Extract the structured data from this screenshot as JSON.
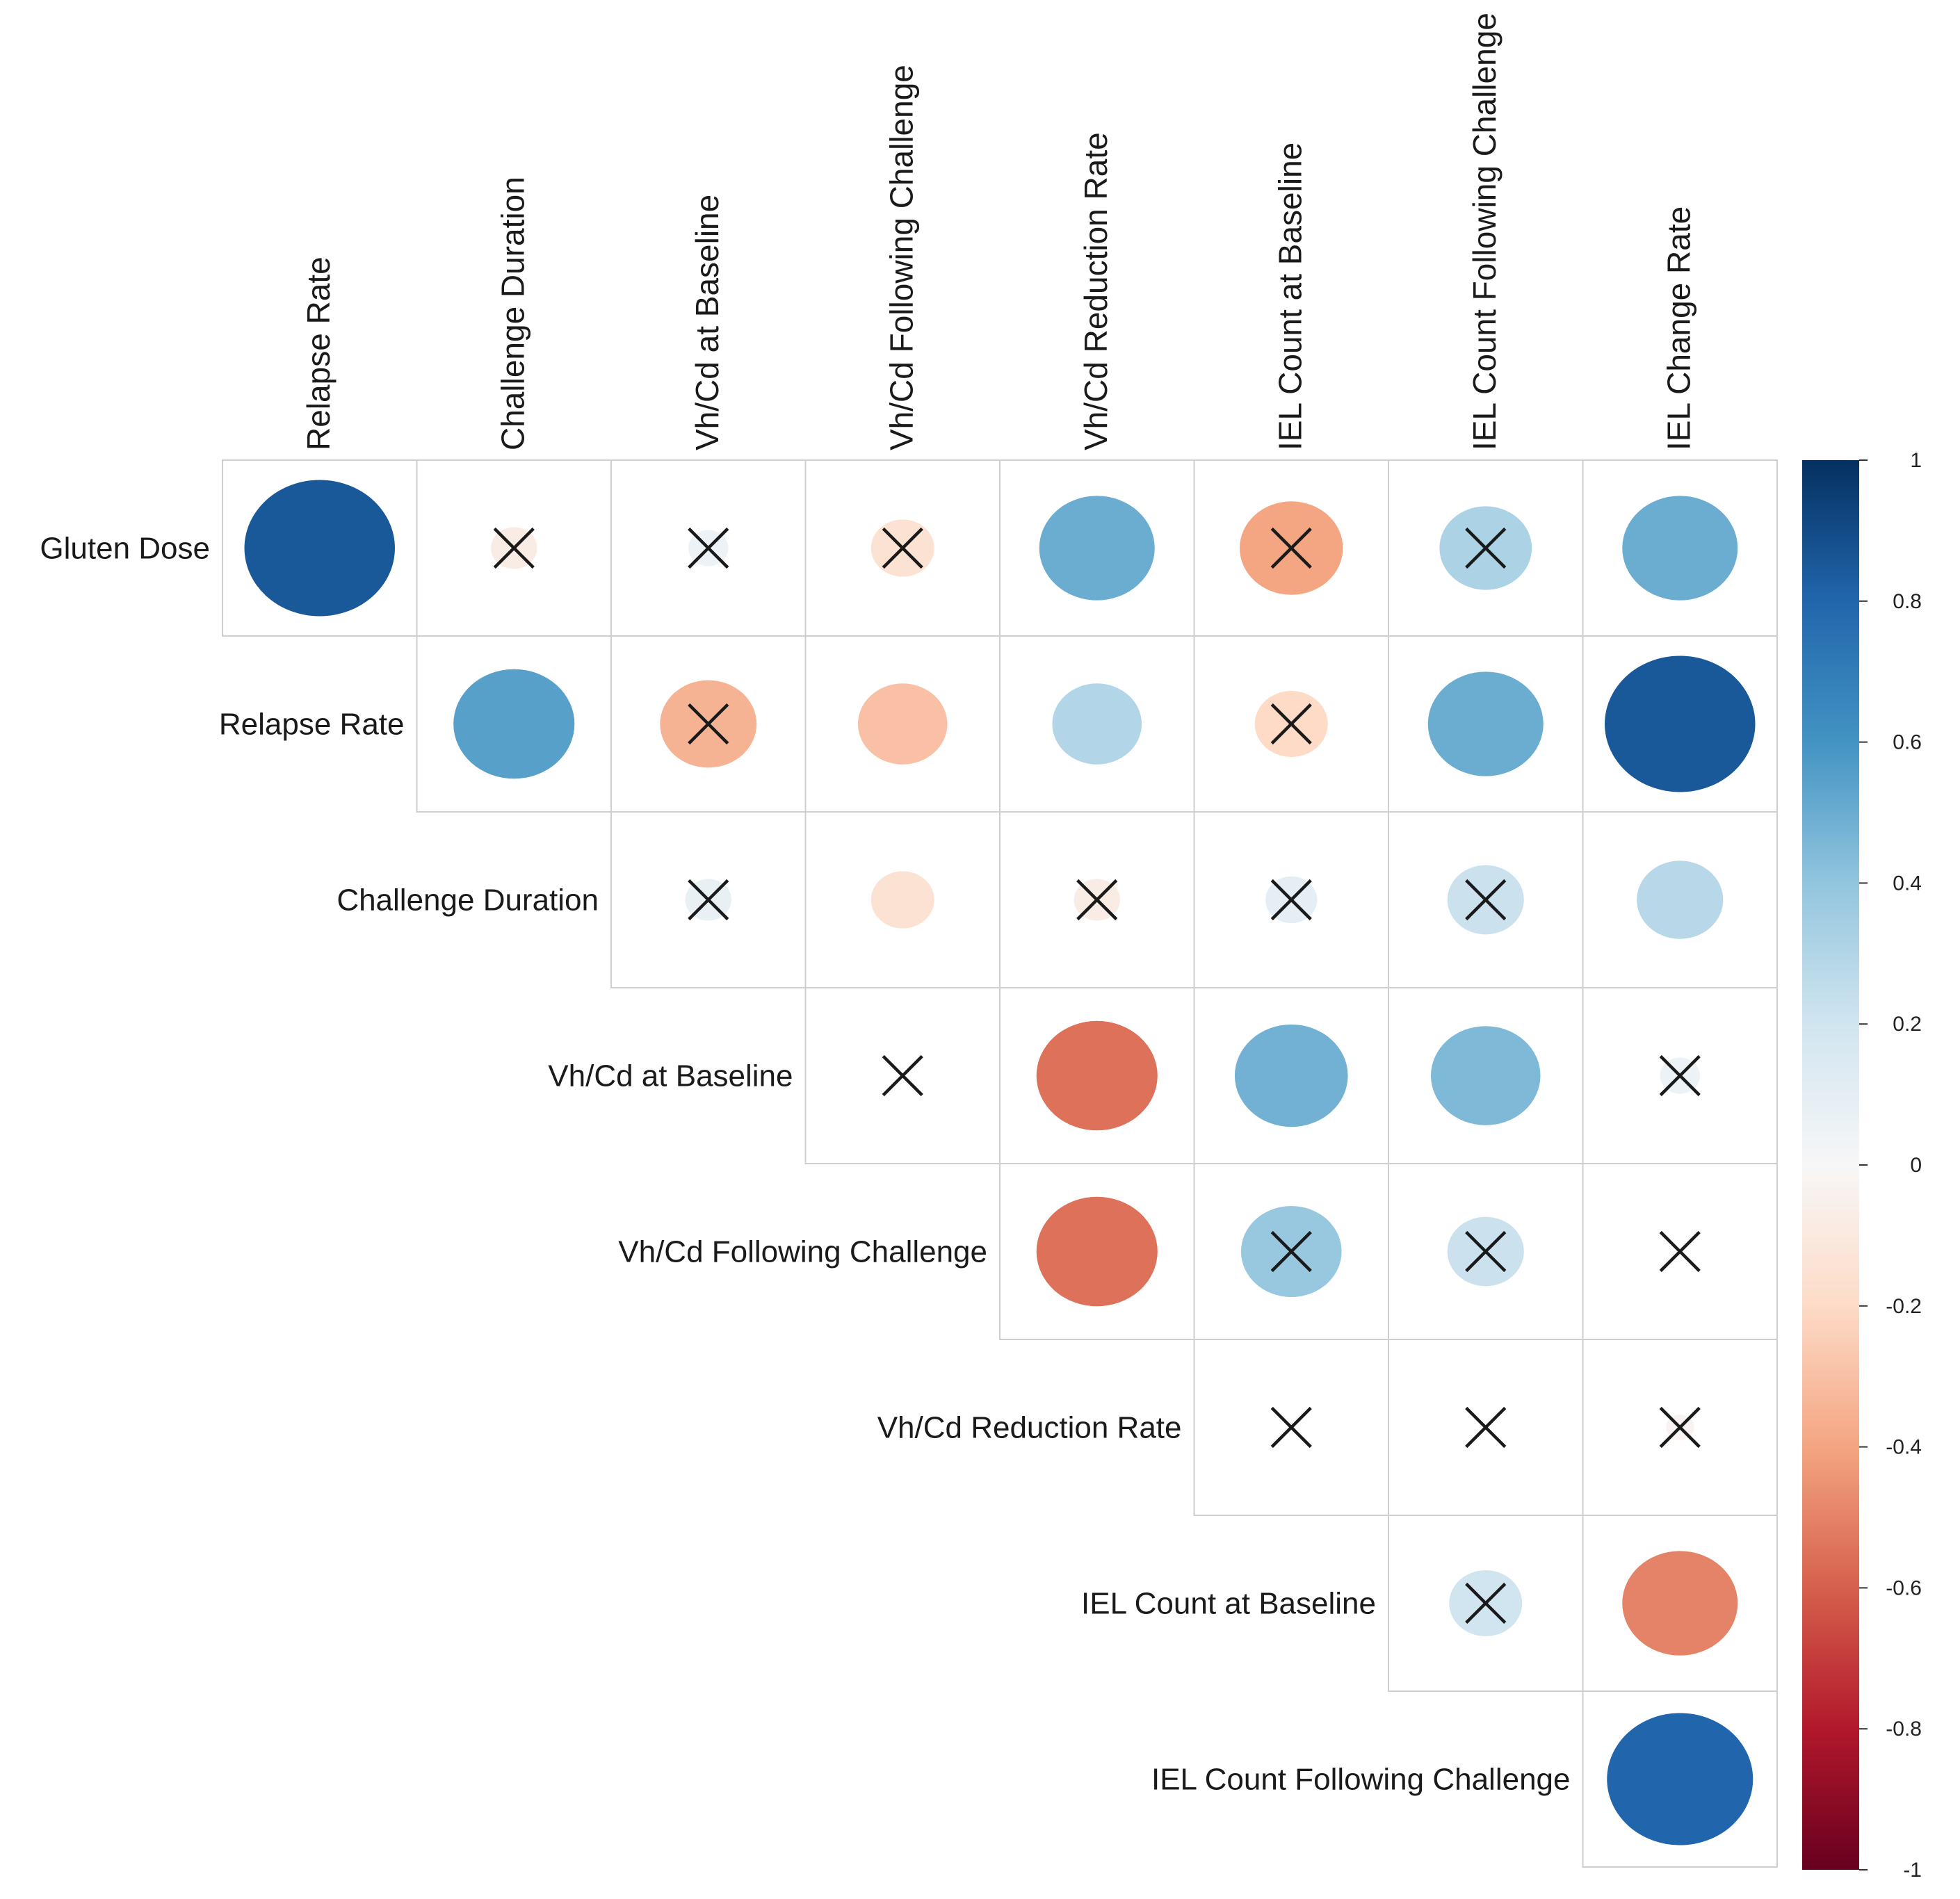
{
  "chart_data": {
    "type": "heatmap",
    "style": "correlation-circle-upper-triangle",
    "columns": [
      "Relapse Rate",
      "Challenge Duration",
      "Vh/Cd at Baseline",
      "Vh/Cd Following Challenge",
      "Vh/Cd Reduction Rate",
      "IEL Count at Baseline",
      "IEL Count Following Challenge",
      "IEL Change Rate"
    ],
    "rows": [
      "Gluten Dose",
      "Relapse Rate",
      "Challenge Duration",
      "Vh/Cd at Baseline",
      "Vh/Cd Following Challenge",
      "Vh/Cd Reduction Rate",
      "IEL Count at Baseline",
      "IEL Count Following Challenge"
    ],
    "cells": [
      {
        "row": 0,
        "col": 0,
        "r": 0.85,
        "insignificant": false
      },
      {
        "row": 0,
        "col": 1,
        "r": -0.08,
        "insignificant": true
      },
      {
        "row": 0,
        "col": 2,
        "r": 0.06,
        "insignificant": true
      },
      {
        "row": 0,
        "col": 3,
        "r": -0.15,
        "insignificant": true
      },
      {
        "row": 0,
        "col": 4,
        "r": 0.5,
        "insignificant": false
      },
      {
        "row": 0,
        "col": 5,
        "r": -0.4,
        "insignificant": true
      },
      {
        "row": 0,
        "col": 6,
        "r": 0.32,
        "insignificant": true
      },
      {
        "row": 0,
        "col": 7,
        "r": 0.5,
        "insignificant": false
      },
      {
        "row": 1,
        "col": 1,
        "r": 0.55,
        "insignificant": false
      },
      {
        "row": 1,
        "col": 2,
        "r": -0.35,
        "insignificant": true
      },
      {
        "row": 1,
        "col": 3,
        "r": -0.3,
        "insignificant": false
      },
      {
        "row": 1,
        "col": 4,
        "r": 0.3,
        "insignificant": false
      },
      {
        "row": 1,
        "col": 5,
        "r": -0.2,
        "insignificant": true
      },
      {
        "row": 1,
        "col": 6,
        "r": 0.5,
        "insignificant": false
      },
      {
        "row": 1,
        "col": 7,
        "r": 0.85,
        "insignificant": false
      },
      {
        "row": 2,
        "col": 2,
        "r": 0.08,
        "insignificant": true
      },
      {
        "row": 2,
        "col": 3,
        "r": -0.15,
        "insignificant": false
      },
      {
        "row": 2,
        "col": 4,
        "r": -0.08,
        "insignificant": true
      },
      {
        "row": 2,
        "col": 5,
        "r": 0.1,
        "insignificant": true
      },
      {
        "row": 2,
        "col": 6,
        "r": 0.22,
        "insignificant": true
      },
      {
        "row": 2,
        "col": 7,
        "r": 0.28,
        "insignificant": false
      },
      {
        "row": 3,
        "col": 3,
        "r": 0.0,
        "insignificant": true
      },
      {
        "row": 3,
        "col": 4,
        "r": -0.55,
        "insignificant": false
      },
      {
        "row": 3,
        "col": 5,
        "r": 0.48,
        "insignificant": false
      },
      {
        "row": 3,
        "col": 6,
        "r": 0.45,
        "insignificant": false
      },
      {
        "row": 3,
        "col": 7,
        "r": 0.06,
        "insignificant": true
      },
      {
        "row": 4,
        "col": 4,
        "r": -0.55,
        "insignificant": false
      },
      {
        "row": 4,
        "col": 5,
        "r": 0.38,
        "insignificant": true
      },
      {
        "row": 4,
        "col": 6,
        "r": 0.22,
        "insignificant": true
      },
      {
        "row": 4,
        "col": 7,
        "r": 0.0,
        "insignificant": true
      },
      {
        "row": 5,
        "col": 5,
        "r": 0.0,
        "insignificant": true
      },
      {
        "row": 5,
        "col": 6,
        "r": 0.0,
        "insignificant": true
      },
      {
        "row": 5,
        "col": 7,
        "r": -0.03,
        "insignificant": true
      },
      {
        "row": 6,
        "col": 6,
        "r": 0.2,
        "insignificant": true
      },
      {
        "row": 6,
        "col": 7,
        "r": -0.5,
        "insignificant": false
      },
      {
        "row": 7,
        "col": 7,
        "r": 0.8,
        "insignificant": false
      }
    ],
    "colorbar": {
      "range": [
        -1,
        1
      ],
      "ticks": [
        "1",
        "0.8",
        "0.6",
        "0.4",
        "0.2",
        "0",
        "-0.2",
        "-0.4",
        "-0.6",
        "-0.8",
        "-1"
      ]
    },
    "colors": {
      "negative_strong": "#67001f",
      "neutral": "#f7f7f7",
      "positive_strong": "#053061",
      "grid": "#cfcfcf",
      "marker": "#1a1a1a"
    }
  }
}
